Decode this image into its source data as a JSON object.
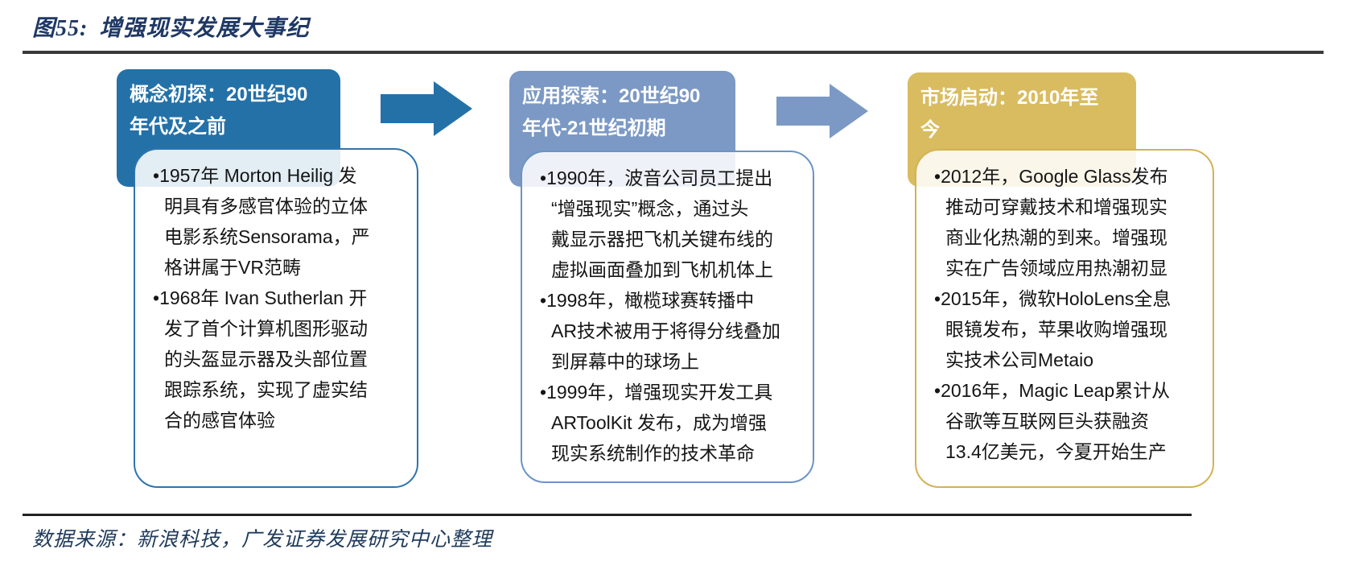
{
  "figure": {
    "label": "图55:",
    "title": "增强现实发展大事纪"
  },
  "colors": {
    "title_text": "#1F3864",
    "rule_top": "#3A3A3A",
    "rule_bottom": "#222222",
    "event_text": "#151515",
    "source_text": "#1E3A5C"
  },
  "stages": [
    {
      "header": "概念初探：20世纪90\n年代及之前",
      "fill": "#2471A8",
      "border": "#2E74AE",
      "events": [
        "1957年 Morton Heilig 发\n明具有多感官体验的立体\n电影系统Sensorama，严\n格讲属于VR范畴",
        "1968年 Ivan Sutherlan 开\n发了首个计算机图形驱动\n的头盔显示器及头部位置\n跟踪系统，实现了虚实结\n合的感官体验"
      ]
    },
    {
      "header": "应用探索：20世纪90\n年代-21世纪初期",
      "fill": "#7C99C5",
      "border": "#6B94C3",
      "events": [
        "1990年，波音公司员工提出\n“增强现实”概念，通过头\n戴显示器把飞机关键布线的\n虚拟画面叠加到飞机机体上",
        "1998年，橄榄球赛转播中\nAR技术被用于将得分线叠加\n到屏幕中的球场上",
        "1999年，增强现实开发工具\nARToolKit 发布，成为增强\n现实系统制作的技术革命"
      ]
    },
    {
      "header": "市场启动：2010年至\n今",
      "fill": "#D9BC60",
      "border": "#D3B254",
      "events": [
        "2012年，Google Glass发布\n推动可穿戴技术和增强现实\n商业化热潮的到来。增强现\n实在广告领域应用热潮初显",
        "2015年，微软HoloLens全息\n眼镜发布，苹果收购增强现\n实技术公司Metaio",
        "2016年，Magic Leap累计从\n谷歌等互联网巨头获融资\n13.4亿美元，今夏开始生产"
      ]
    }
  ],
  "arrows": [
    {
      "color": "#2471A8"
    },
    {
      "color": "#7C99C5"
    }
  ],
  "source": "数据来源：新浪科技，广发证券发展研究中心整理"
}
